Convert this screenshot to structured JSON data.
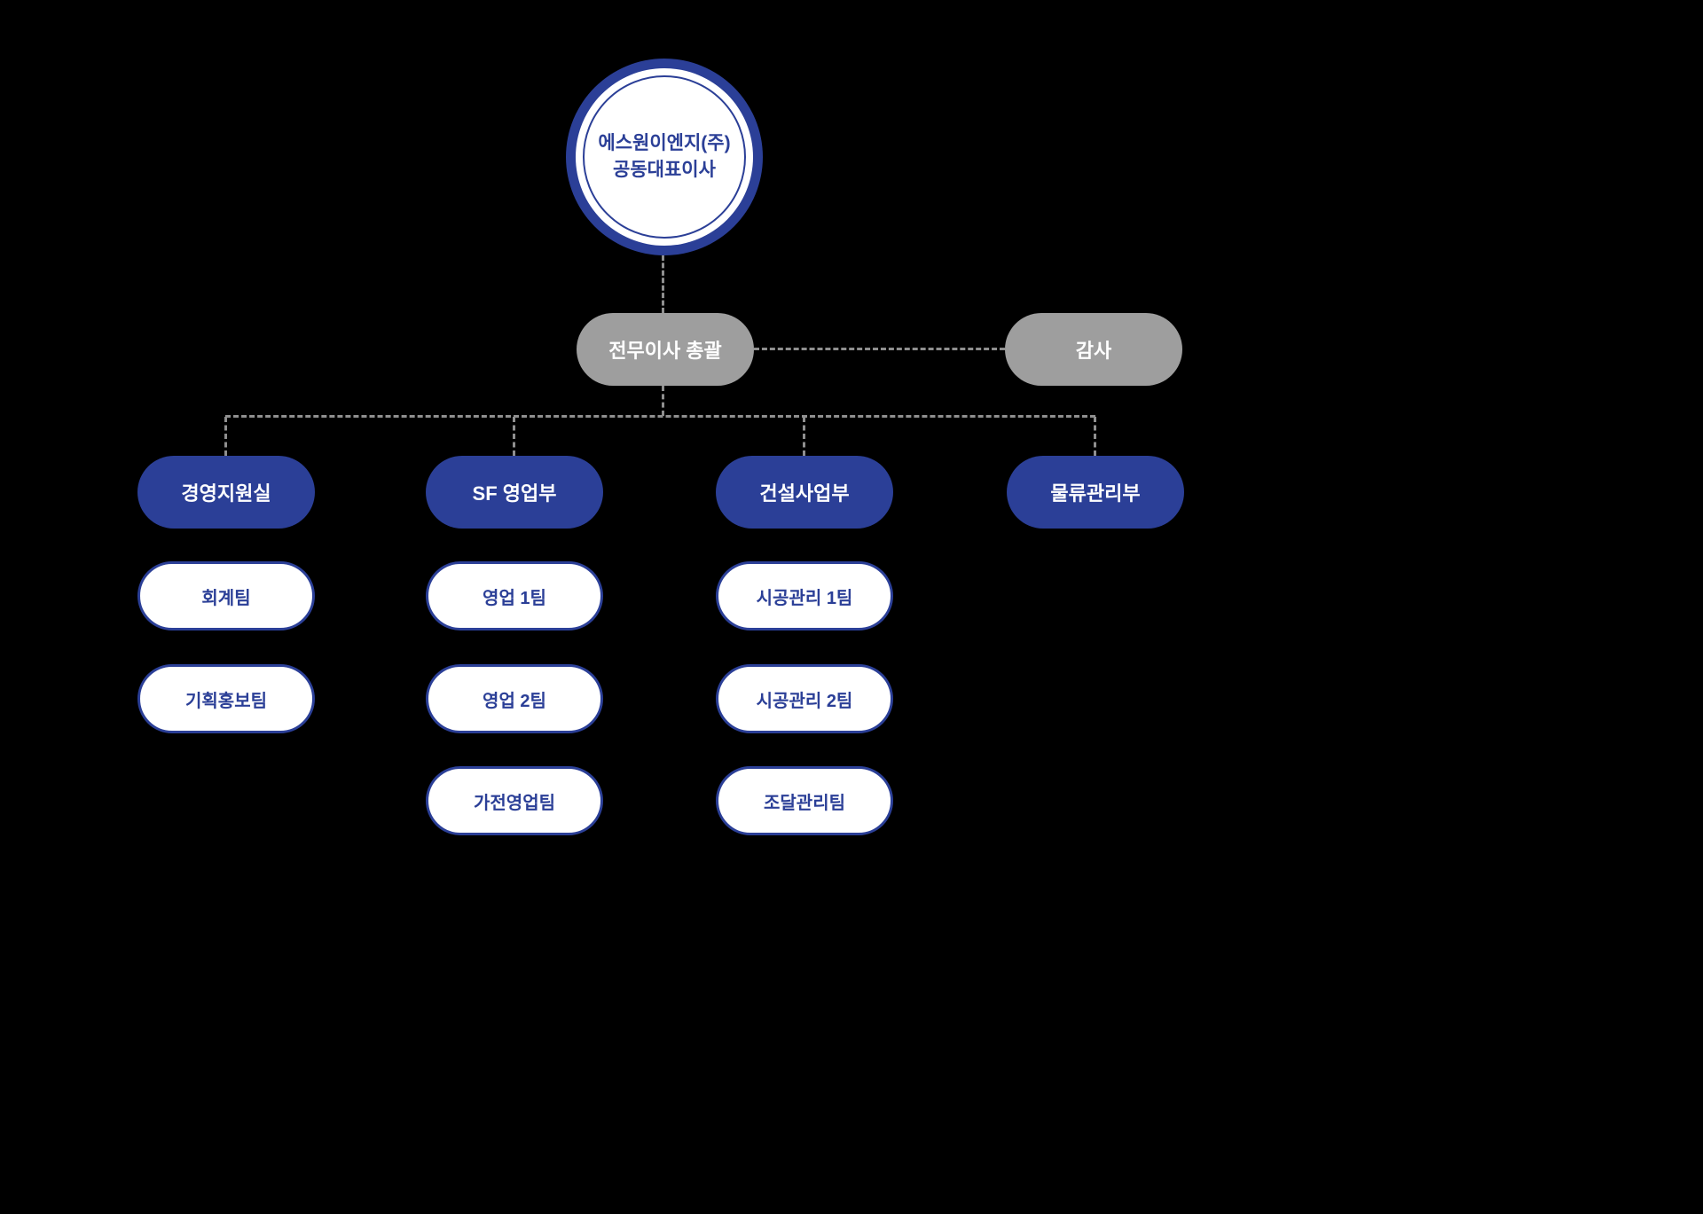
{
  "colors": {
    "primary": "#2b3f97",
    "gray": "#9e9e9e",
    "connector": "#8f8f8f",
    "background": "#000000",
    "node_text_light": "#ffffff"
  },
  "root": {
    "line1": "에스원이엔지(주)",
    "line2": "공동대표이사"
  },
  "executive": {
    "label": "전무이사 총괄"
  },
  "auditor": {
    "label": "감사"
  },
  "departments": [
    {
      "label": "경영지원실",
      "teams": [
        "회계팀",
        "기획홍보팀"
      ]
    },
    {
      "label": "SF 영업부",
      "teams": [
        "영업 1팀",
        "영업 2팀",
        "가전영업팀"
      ]
    },
    {
      "label": "건설사업부",
      "teams": [
        "시공관리 1팀",
        "시공관리 2팀",
        "조달관리팀"
      ]
    },
    {
      "label": "물류관리부",
      "teams": []
    }
  ]
}
